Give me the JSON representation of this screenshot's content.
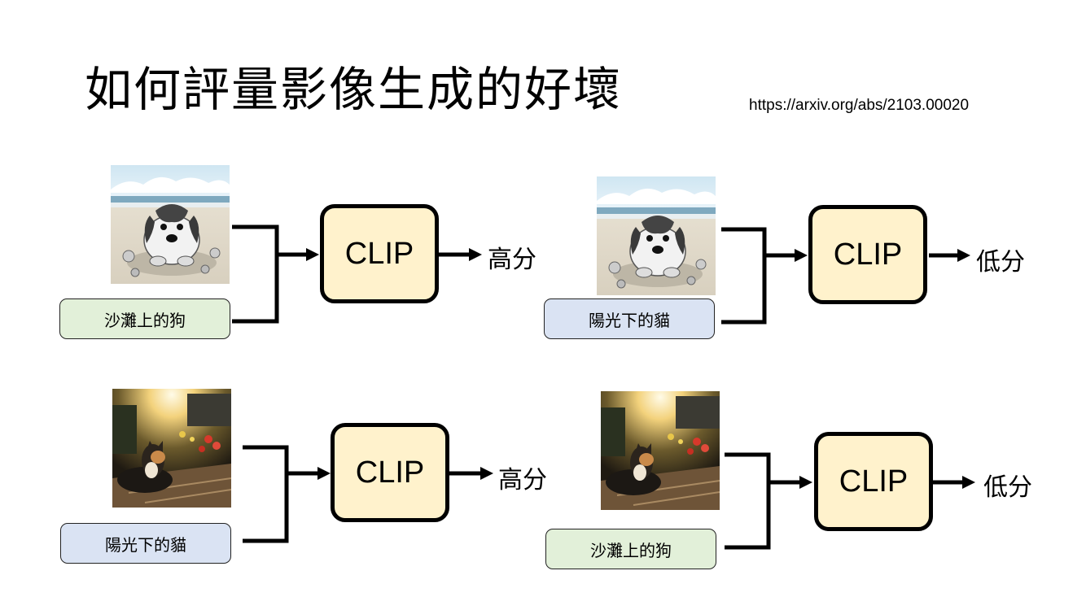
{
  "title": "如何評量影像生成的好壞",
  "reference_url": "https://arxiv.org/abs/2103.00020",
  "model_label": "CLIP",
  "panels": [
    {
      "image": "puppy-on-beach-illustration",
      "caption": "沙灘上的狗",
      "caption_color": "#e2f0d9",
      "score": "高分"
    },
    {
      "image": "puppy-on-beach-illustration",
      "caption": "陽光下的貓",
      "caption_color": "#dae3f3",
      "score": "低分"
    },
    {
      "image": "cat-in-sunlight-photo",
      "caption": "陽光下的貓",
      "caption_color": "#dae3f3",
      "score": "高分"
    },
    {
      "image": "cat-in-sunlight-photo",
      "caption": "沙灘上的狗",
      "caption_color": "#e2f0d9",
      "score": "低分"
    }
  ],
  "colors": {
    "clip_box_fill": "#fff2cc",
    "green_caption": "#e2f0d9",
    "blue_caption": "#dae3f3"
  }
}
